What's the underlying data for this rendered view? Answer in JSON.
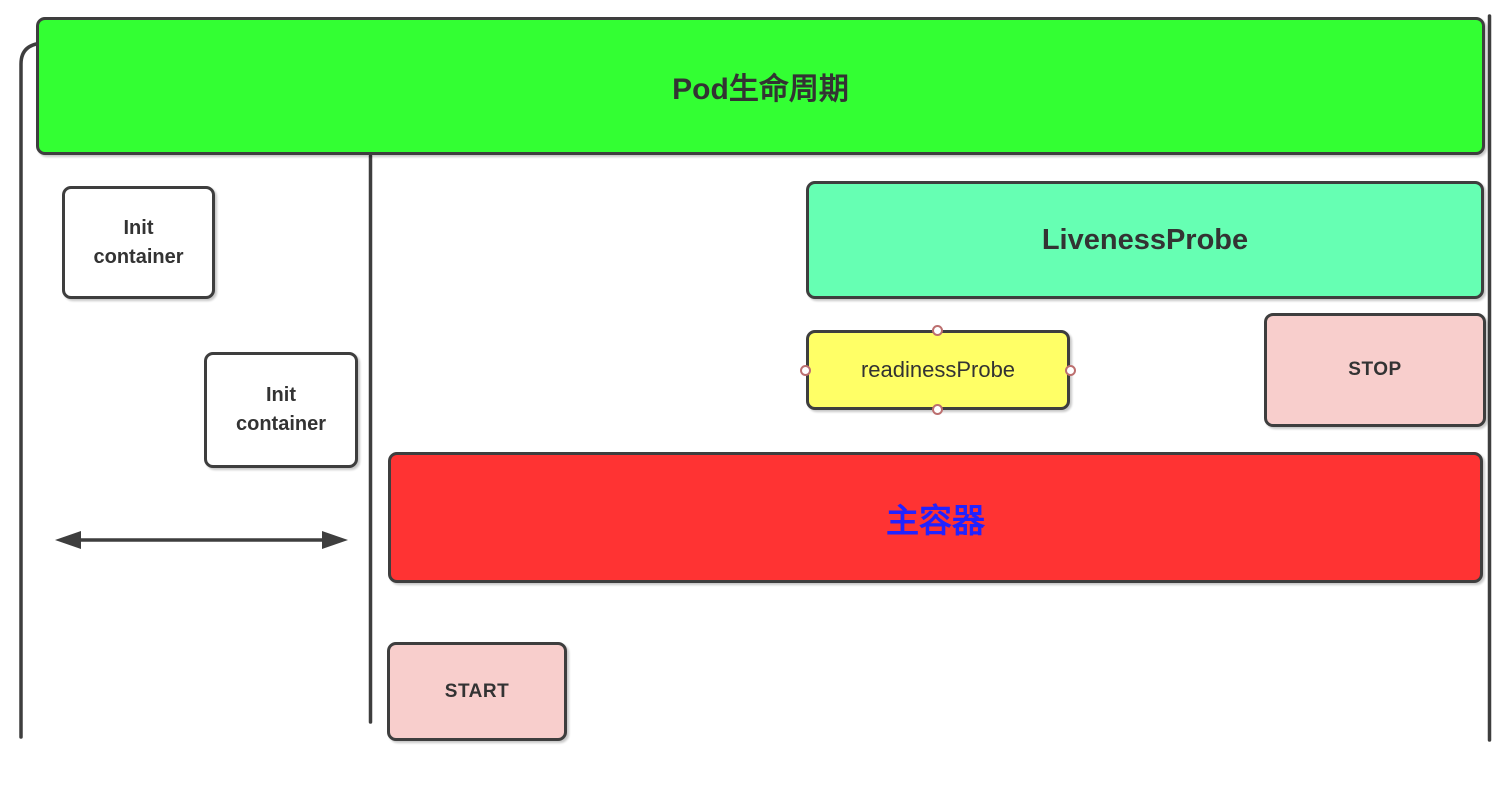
{
  "diagram": {
    "title": "Pod生命周期",
    "nodes": {
      "banner": {
        "label": "Pod生命周期"
      },
      "init1": {
        "label": "Init\ncontainer"
      },
      "init2": {
        "label": "Init\ncontainer"
      },
      "liveness": {
        "label": "LivenessProbe"
      },
      "readiness": {
        "label": "readinessProbe"
      },
      "stop": {
        "label": "STOP"
      },
      "main": {
        "label": "主容器"
      },
      "start": {
        "label": "START"
      }
    },
    "colors": {
      "banner_green": "#33FF33",
      "mint": "#66FFB3",
      "yellow": "#FFFF66",
      "pink": "#F8CECC",
      "red": "#FF3333",
      "white": "#FFFFFF",
      "stroke": "#3E3E3E",
      "text_dark": "#333333",
      "text_blue": "#2222FF",
      "handle_border": "#BC6F6F"
    },
    "connection_handles": [
      "top",
      "right",
      "bottom",
      "left"
    ]
  }
}
